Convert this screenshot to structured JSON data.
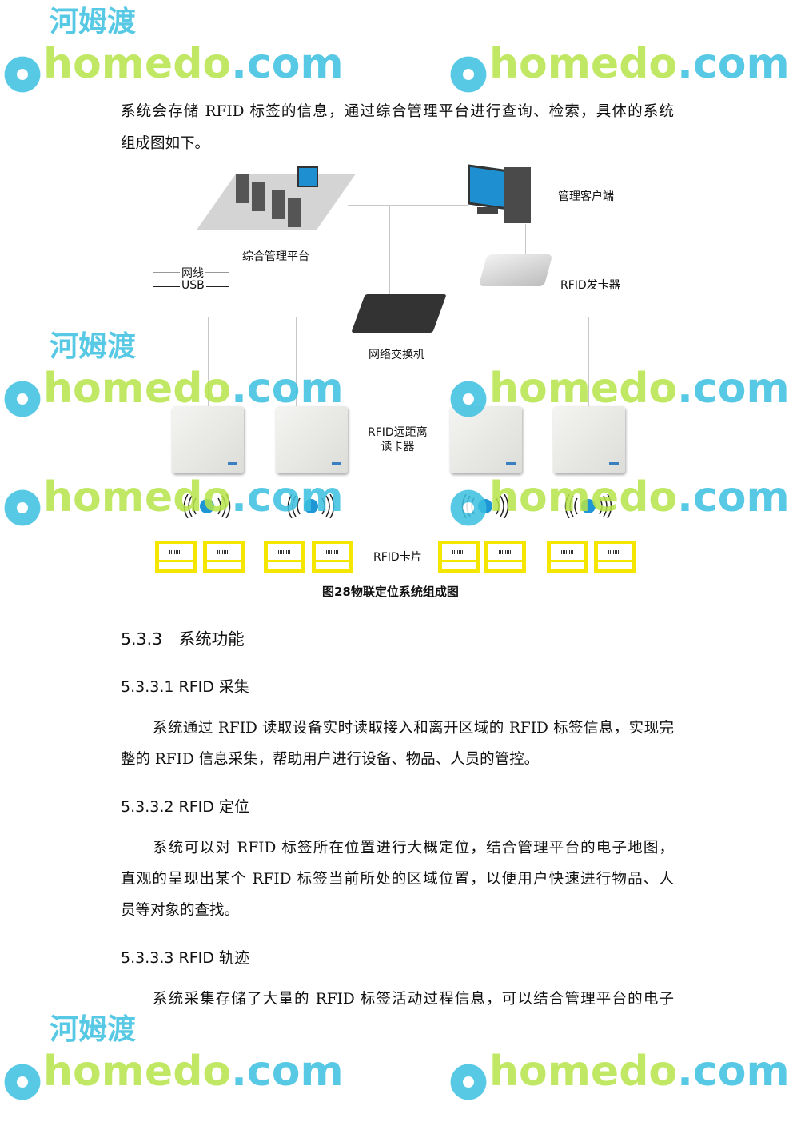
{
  "intro": {
    "line1": "系统会存储 RFID 标签的信息，通过综合管理平台进行查询、检索，具体的系统",
    "line2": "组成图如下。"
  },
  "diagram": {
    "platform": "综合管理平台",
    "client": "管理客户端",
    "issuer": "RFID发卡器",
    "legend_net": "网线",
    "legend_usb": "USB",
    "switch": "网络交换机",
    "reader_line1": "RFID远距离",
    "reader_line2": "读卡器",
    "cards": "RFID卡片",
    "caption": "图28物联定位系统组成图"
  },
  "section": {
    "title": "5.3.3　系统功能"
  },
  "s1": {
    "title": "5.3.3.1 RFID 采集",
    "line1": "系统通过 RFID 读取设备实时读取接入和离开区域的 RFID 标签信息，实现完",
    "line2": "整的 RFID 信息采集，帮助用户进行设备、物品、人员的管控。"
  },
  "s2": {
    "title": "5.3.3.2 RFID 定位",
    "line1": "系统可以对 RFID 标签所在位置进行大概定位，结合管理平台的电子地图，",
    "line2": "直观的呈现出某个 RFID 标签当前所处的区域位置，以便用户快速进行物品、人",
    "line3": "员等对象的查找。"
  },
  "s3": {
    "title": "5.3.3.3 RFID 轨迹",
    "line1": "系统采集存储了大量的 RFID 标签活动过程信息，可以结合管理平台的电子"
  },
  "watermark": {
    "latin_a": "home",
    "latin_b": "do",
    "domain": ".com",
    "cn": "河姆渡"
  }
}
